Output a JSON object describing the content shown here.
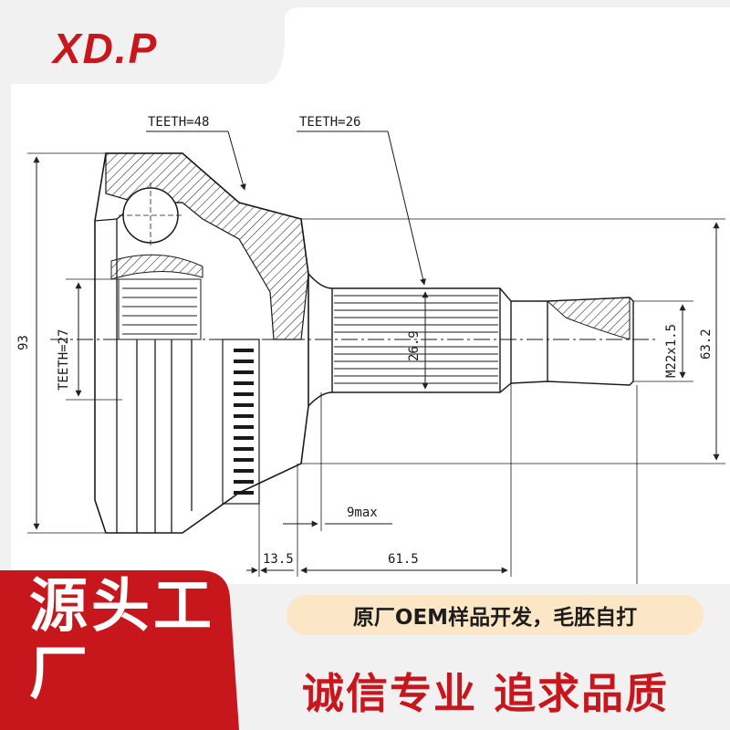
{
  "brand": {
    "logo_text": "XD.P",
    "color": "#c8161d"
  },
  "drawing": {
    "labels": {
      "teeth_outer": "TEETH=48",
      "teeth_shaft": "TEETH=26",
      "teeth_inner": "TEETH=27",
      "overall_diameter": "93",
      "spline_diameter": "26.9",
      "thread": "M22x1.5",
      "boss_diameter": "63.2",
      "max_gap": "9max",
      "offset": "13.5",
      "shaft_length": "61.5"
    }
  },
  "banner": {
    "left_text": "源头工厂",
    "pill_text": "原厂OEM样品开发，毛胚自打",
    "slogan": "诚信专业 追求品质",
    "colors": {
      "red": "#c8161d",
      "pill": "#fbe6c6",
      "white": "#ffffff"
    }
  }
}
